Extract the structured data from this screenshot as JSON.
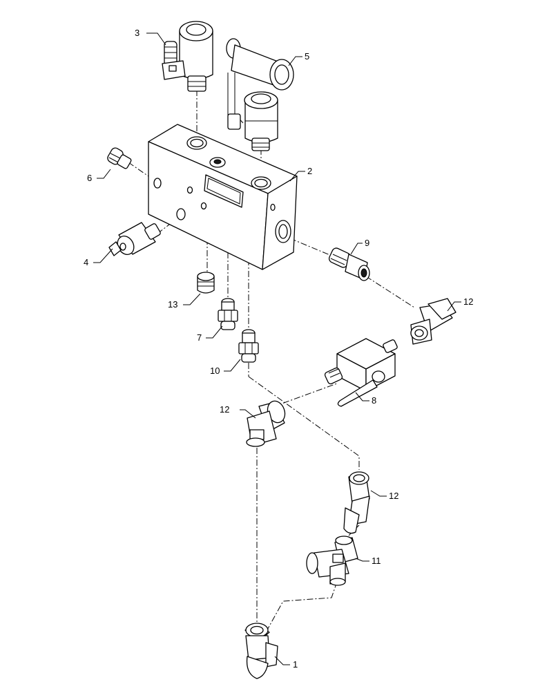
{
  "callouts": [
    {
      "id": "c1",
      "text": "1"
    },
    {
      "id": "c2",
      "text": "2"
    },
    {
      "id": "c3",
      "text": "3"
    },
    {
      "id": "c4",
      "text": "4"
    },
    {
      "id": "c5",
      "text": "5"
    },
    {
      "id": "c6",
      "text": "6"
    },
    {
      "id": "c7",
      "text": "7"
    },
    {
      "id": "c8",
      "text": "8"
    },
    {
      "id": "c9",
      "text": "9"
    },
    {
      "id": "c10",
      "text": "10"
    },
    {
      "id": "c11",
      "text": "11"
    },
    {
      "id": "c12a",
      "text": "12"
    },
    {
      "id": "c12b",
      "text": "12"
    },
    {
      "id": "c12c",
      "text": "12"
    },
    {
      "id": "c13",
      "text": "13"
    }
  ]
}
